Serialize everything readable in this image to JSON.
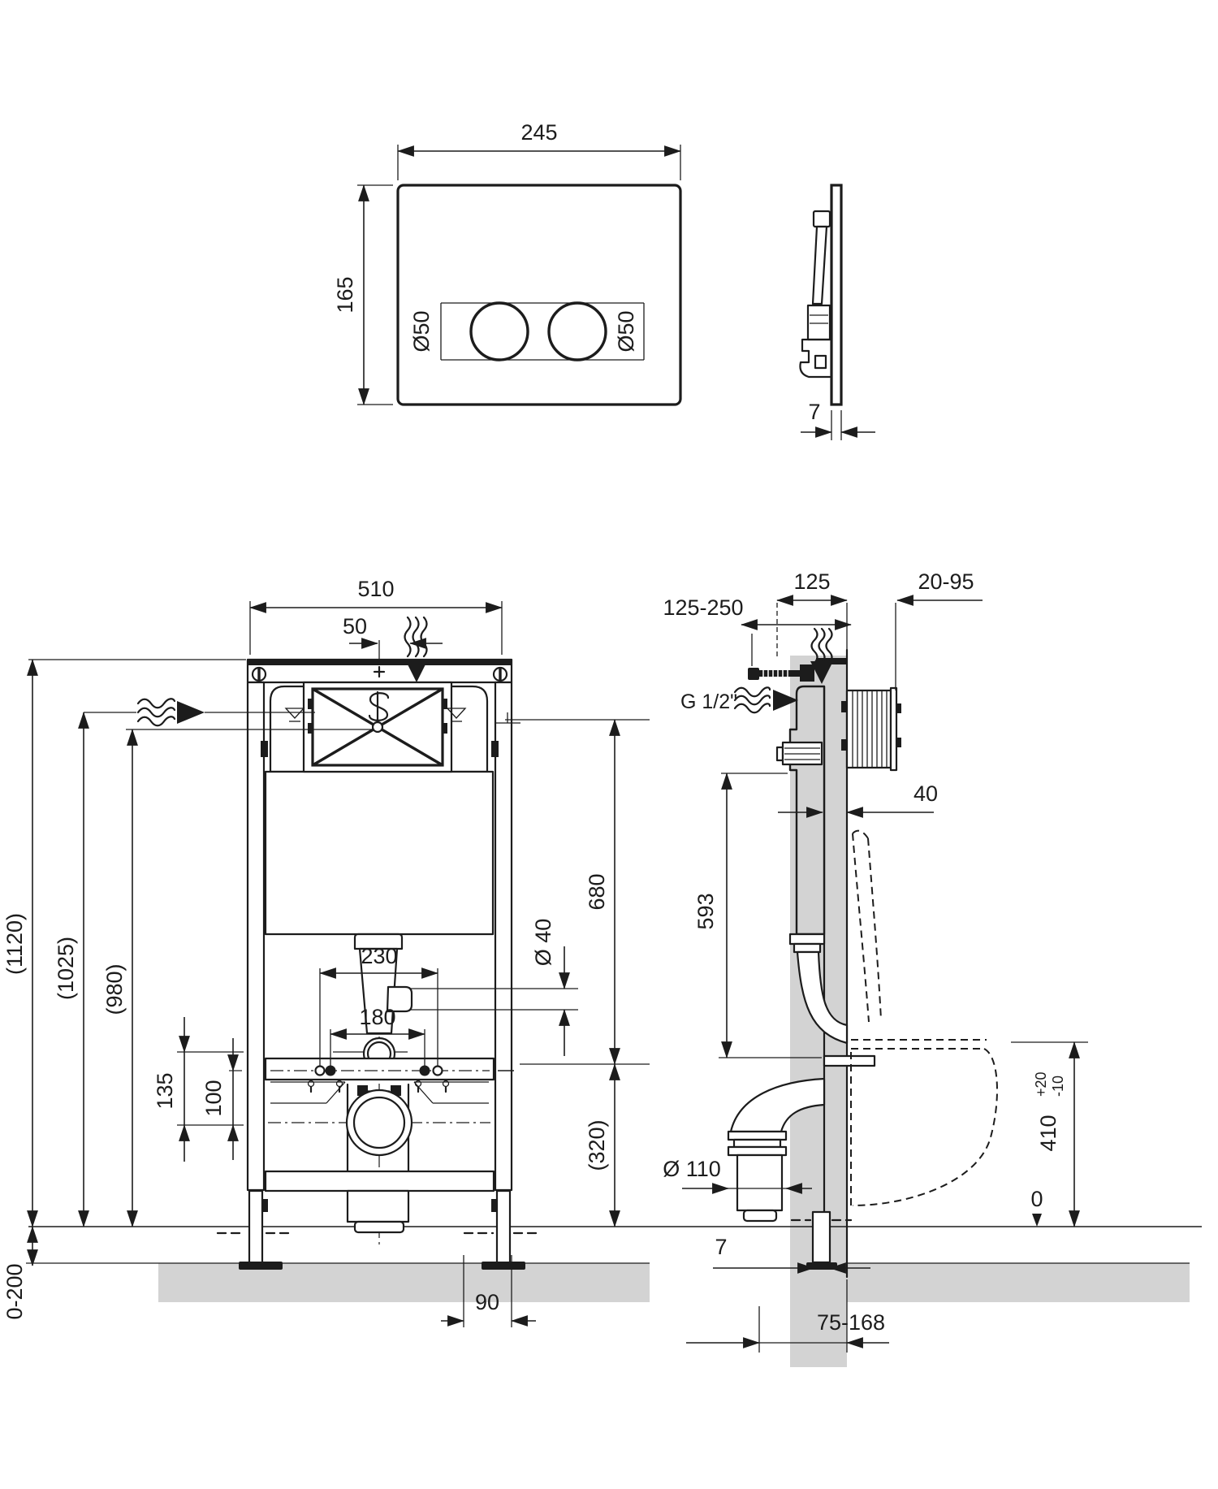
{
  "drawing": {
    "plate_front": {
      "width": "245",
      "height": "165",
      "button_left_dia": "Ø50",
      "button_right_dia": "Ø50"
    },
    "plate_side": {
      "thickness": "7"
    },
    "frame_front": {
      "width": "510",
      "inlet_offset": "50",
      "total_height": "(1120)",
      "inlet_height": "(1025)",
      "window_height": "(980)",
      "bolt_span_outer": "230",
      "bolt_span_inner": "180",
      "flush_pipe_dia": "Ø 40",
      "elbow_offset": "135",
      "anchor_offset": "100",
      "floor_adjust": "0-200",
      "upper_span": "680",
      "lower_span": "(320)",
      "foot_offset": "90"
    },
    "frame_side": {
      "frame_depth": "125",
      "sleeve_range": "20-95",
      "anchor_range": "125-250",
      "water_thread": "G 1/2\"",
      "finish_max": "40",
      "cistern_span": "593",
      "drain_dia": "Ø 110",
      "bowl_height": "410",
      "tol_plus": "+20",
      "tol_minus": "-10",
      "datum_zero": "0",
      "foot_gap": "7",
      "drain_range": "75-168"
    }
  }
}
